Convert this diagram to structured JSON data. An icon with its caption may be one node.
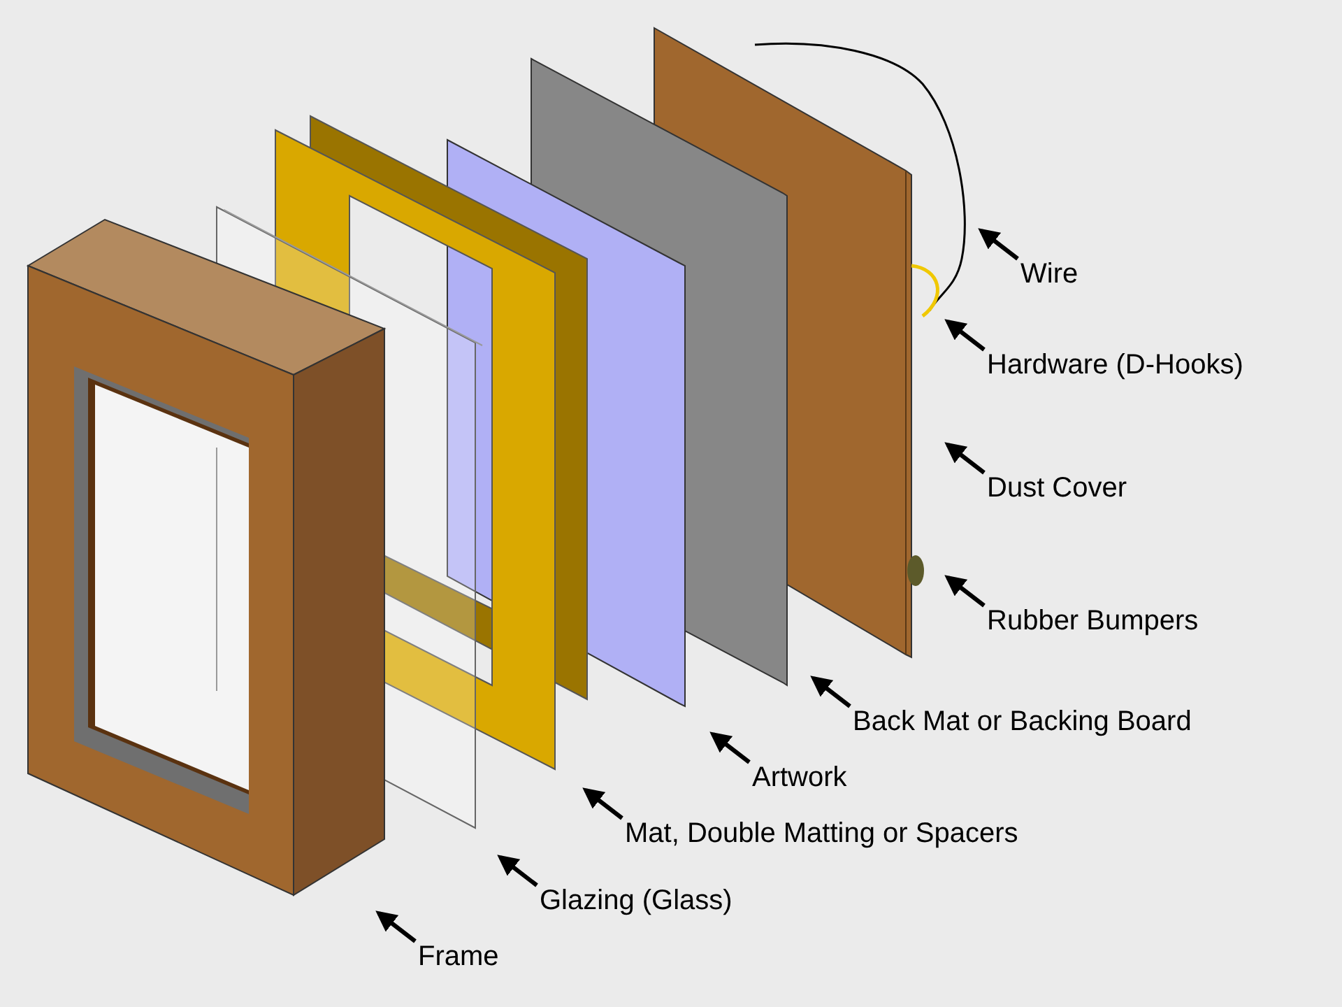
{
  "diagram": {
    "nodes": [
      {
        "text": [
          "Wire"
        ]
      },
      {
        "text": [
          "Hardware (D-Hooks)"
        ]
      },
      {
        "text": [
          "Dust Cover"
        ]
      },
      {
        "text": [
          "Rubber Bumpers"
        ]
      },
      {
        "text": [
          "Back Mat or Backing Board"
        ]
      },
      {
        "text": [
          "Artwork"
        ]
      },
      {
        "text": [
          "Mat, Double Matting or Spacers"
        ]
      },
      {
        "text": [
          "Glazing (Glass)"
        ]
      },
      {
        "text": [
          "Frame"
        ]
      }
    ],
    "edges": [
      {
        "from": 0,
        "to": null,
        "arrow": "to"
      },
      {
        "from": 1,
        "to": null,
        "arrow": "to"
      },
      {
        "from": 2,
        "to": null,
        "arrow": "to"
      },
      {
        "from": 3,
        "to": null,
        "arrow": "to"
      },
      {
        "from": 4,
        "to": null,
        "arrow": "to"
      },
      {
        "from": 5,
        "to": null,
        "arrow": "to"
      },
      {
        "from": 6,
        "to": null,
        "arrow": "to"
      },
      {
        "from": 7,
        "to": null,
        "arrow": "to"
      },
      {
        "from": 8,
        "to": null,
        "arrow": "to"
      }
    ]
  }
}
